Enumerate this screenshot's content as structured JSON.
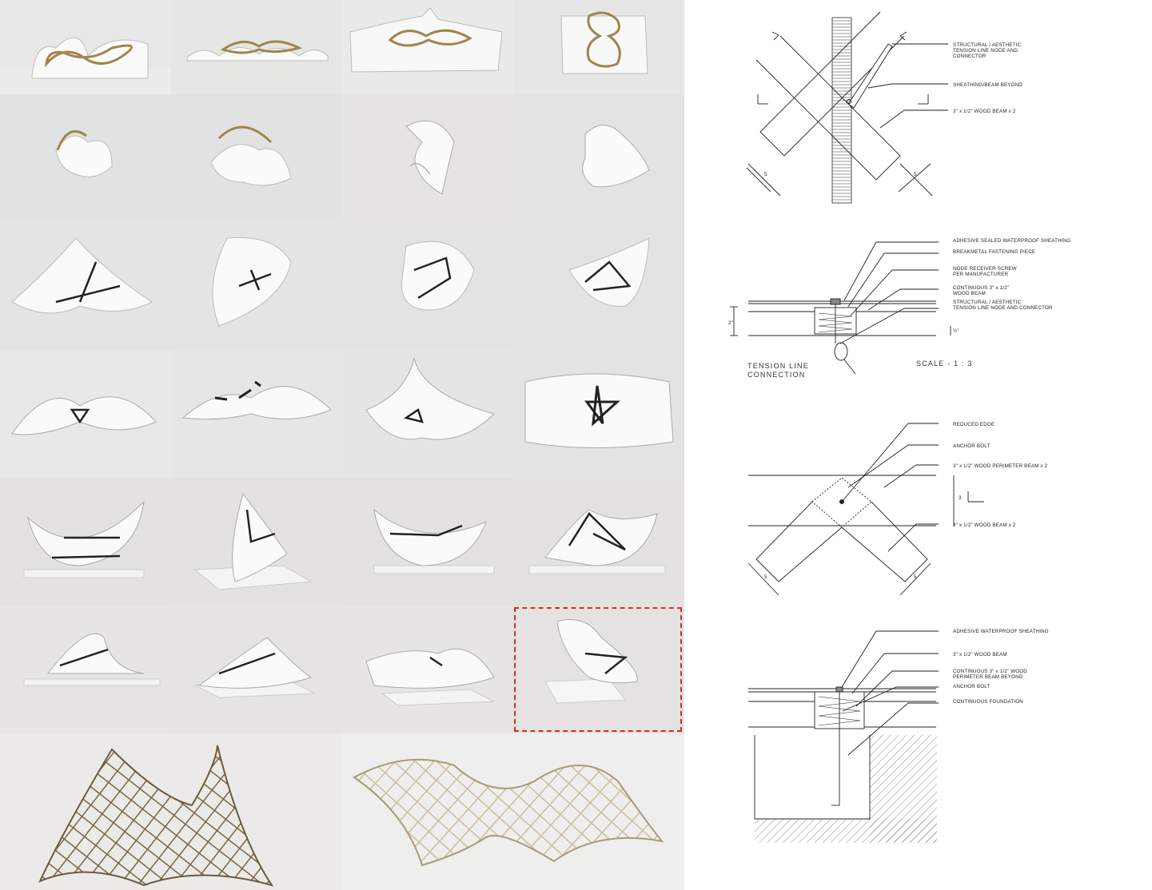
{
  "photo_grid": {
    "rows": 6,
    "cols": 4,
    "highlighted_tile": "row-6-col-4",
    "highlight_color": "#d42a2a",
    "bottom_models": [
      "lattice-model-dark",
      "lattice-model-light"
    ]
  },
  "detail_1": {
    "labels": [
      "STRUCTURAL / AESTHETIC",
      "TENSION LINE NODE AND",
      "CONNECTOR",
      "SHEATHING/BEAM BEYOND",
      "3\" x 1/2\" WOOD BEAM x 2"
    ],
    "dims": [
      "5",
      "5"
    ]
  },
  "detail_2": {
    "labels": [
      "ADHESIVE SEALED WATERPROOF SHEATHING",
      "BREAKMETAL FASTENING PIECE",
      "NODE RECEIVER SCREW",
      "PER MANUFACTURER",
      "CONTINUOUS 3\" x 1/2\"",
      "WOOD BEAM",
      "STRUCTURAL / AESTHETIC",
      "TENSION LINE NODE AND CONNECTOR"
    ],
    "title_line1": "TENSION LINE",
    "title_line2": "CONNECTION",
    "scale": "SCALE - 1 : 3",
    "dims": [
      "2\"",
      "½\""
    ]
  },
  "detail_3": {
    "labels": [
      "REDUCED EDGE",
      "ANCHOR BOLT",
      "3\" x 1/2\" WOOD PERIMETER BEAM x 2",
      "3\" x 1/2\" WOOD BEAM x 2"
    ],
    "dims": [
      "3",
      "5",
      "5"
    ]
  },
  "detail_4": {
    "labels": [
      "ADHESIVE WATERPROOF SHEATHING",
      "3\" x 1/2\" WOOD BEAM",
      "CONTINUOUS 3\" x 1/2\" WOOD",
      "PERIMETER BEAM BEYOND",
      "ANCHOR BOLT",
      "CONTINUOUS FOUNDATION"
    ]
  }
}
